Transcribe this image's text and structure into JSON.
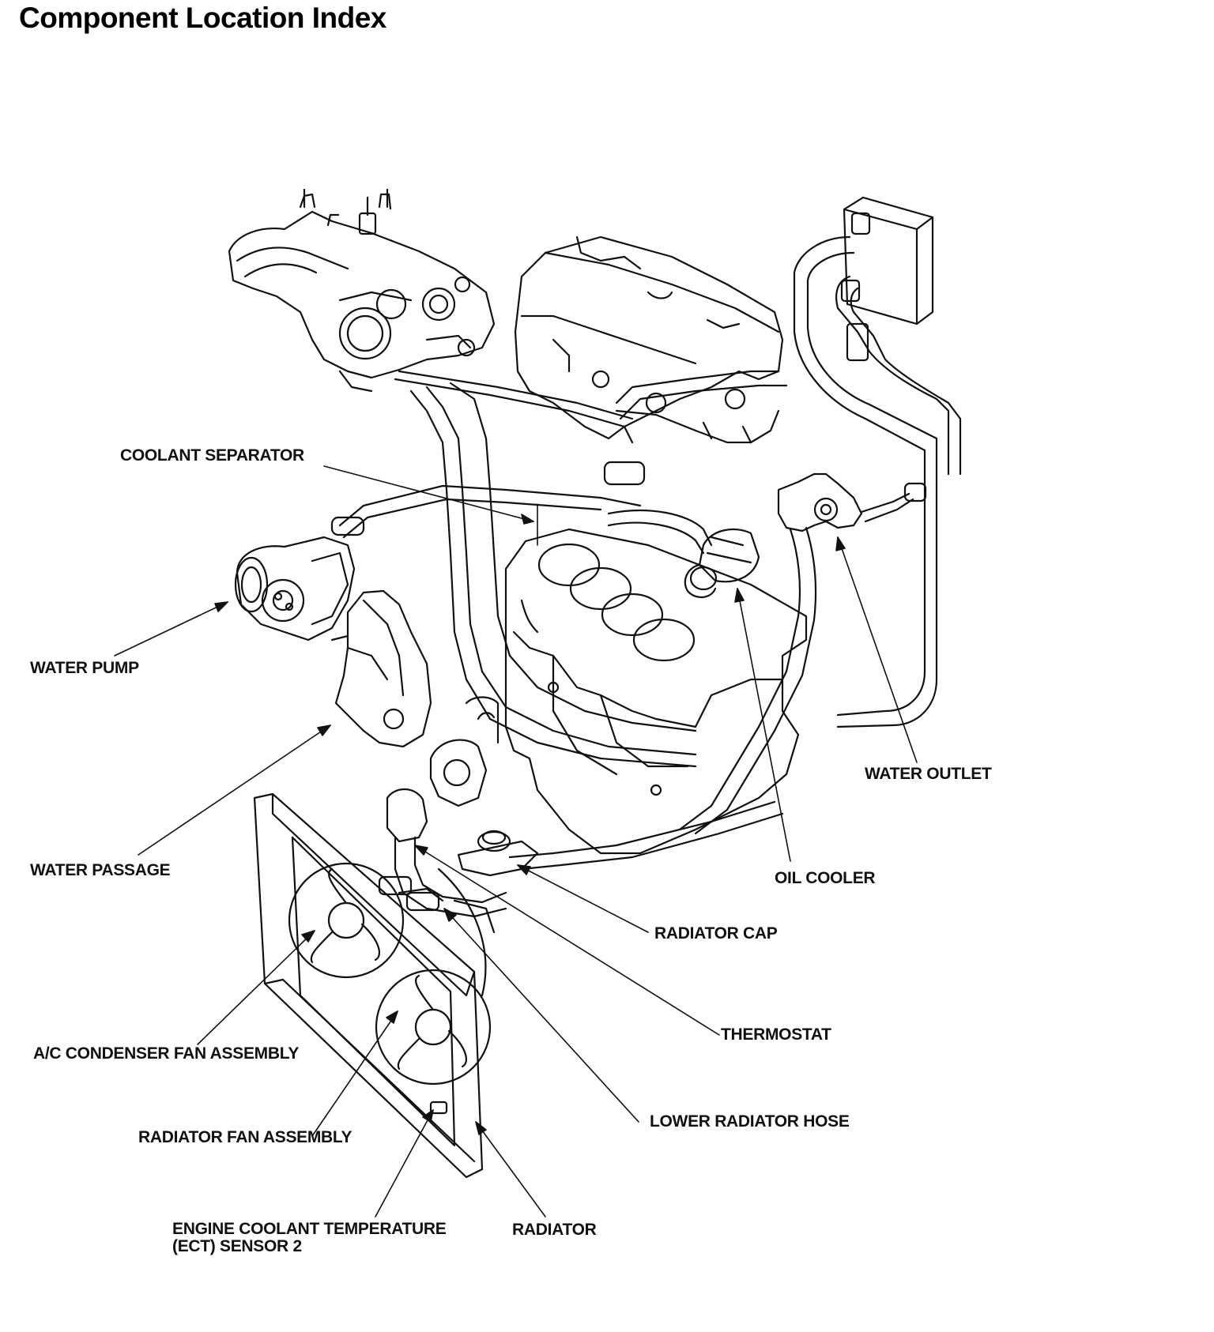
{
  "title": "Component Location Index",
  "labels": {
    "coolant_separator": "COOLANT SEPARATOR",
    "water_pump": "WATER PUMP",
    "water_outlet": "WATER OUTLET",
    "water_passage": "WATER PASSAGE",
    "oil_cooler": "OIL COOLER",
    "radiator_cap": "RADIATOR CAP",
    "thermostat": "THERMOSTAT",
    "ac_condenser_fan": "A/C CONDENSER FAN ASSEMBLY",
    "lower_radiator_hose": "LOWER RADIATOR HOSE",
    "radiator_fan": "RADIATOR FAN ASSEMBLY",
    "ect_sensor_line1": "ENGINE COOLANT TEMPERATURE",
    "ect_sensor_line2": "(ECT) SENSOR 2",
    "radiator": "RADIATOR"
  }
}
